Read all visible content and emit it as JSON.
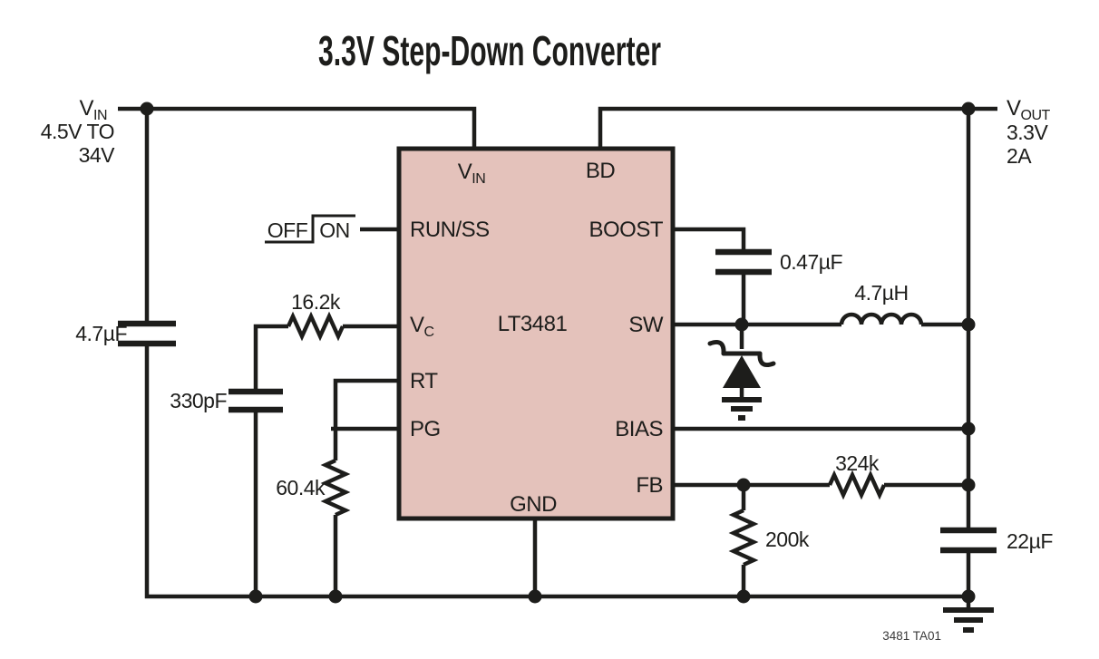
{
  "title": "3.3V Step-Down Converter",
  "note": "3481 TA01",
  "colors": {
    "line": "#1d1d1b",
    "ic_fill": "#e4c2bb"
  },
  "input": {
    "name": "V",
    "name_sub": "IN",
    "range_line1": "4.5V TO",
    "range_line2": "34V"
  },
  "output": {
    "name": "V",
    "name_sub": "OUT",
    "voltage": "3.3V",
    "current": "2A"
  },
  "run_control": {
    "off": "OFF",
    "on": "ON"
  },
  "ic": {
    "part": "LT3481",
    "pins": {
      "vin": "V",
      "vin_sub": "IN",
      "bd": "BD",
      "runss": "RUN/SS",
      "boost": "BOOST",
      "vc": "V",
      "vc_sub": "C",
      "sw": "SW",
      "rt": "RT",
      "pg": "PG",
      "bias": "BIAS",
      "fb": "FB",
      "gnd": "GND"
    }
  },
  "components": {
    "input_cap": "4.7µF",
    "comp_cap": "330pF",
    "comp_res": "16.2k",
    "rt_res": "60.4k",
    "boost_cap": "0.47µF",
    "inductor": "4.7µH",
    "fb_top_res": "324k",
    "fb_bot_res": "200k",
    "output_cap": "22µF"
  }
}
